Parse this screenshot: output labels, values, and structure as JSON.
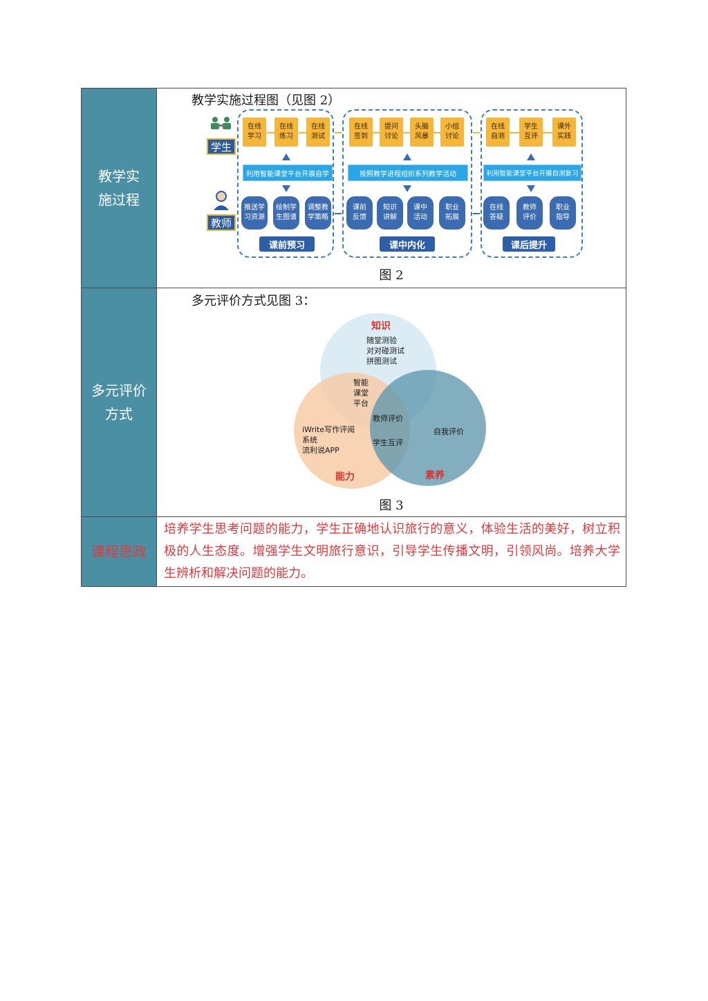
{
  "rows": [
    {
      "label": "教学实\n施过程",
      "caption": "教学实施过程图（见图 2）",
      "figure_label": "图 2"
    },
    {
      "label": "多元评价\n方式",
      "caption": "多元评价方式见图 3：",
      "figure_label": "图 3"
    },
    {
      "label": "课程思政",
      "text": "培养学生思考问题的能力，学生正确地认识旅行的意义，体验生活的美好，树立积极的人生态度。增强学生文明旅行意识，引导学生传播文明，引领风尚。培养大学生辨析和解决问题的能力。"
    }
  ],
  "flow": {
    "roles": {
      "student": "学生",
      "teacher": "教师"
    },
    "phases": [
      {
        "name": "课前预习",
        "student_steps": [
          "在线\n学习",
          "在线\n练习",
          "在线\n测试"
        ],
        "bar": "利用智能课堂平台开展自学",
        "teacher_steps": [
          "推送学\n习资源",
          "绘制学\n生图谱",
          "调整教\n学策略"
        ]
      },
      {
        "name": "课中内化",
        "student_steps": [
          "在线\n签到",
          "提问\n讨论",
          "头脑\n风暴",
          "小组\n讨论"
        ],
        "bar": "按照教学进程组织系列教学活动",
        "teacher_steps": [
          "课前\n反馈",
          "知识\n讲解",
          "课中\n活动",
          "职业\n拓展"
        ]
      },
      {
        "name": "课后提升",
        "student_steps": [
          "在线\n自测",
          "学生\n互评",
          "课外\n实践"
        ],
        "bar": "利用智能课堂平台开展自测复习",
        "teacher_steps": [
          "在线\n答疑",
          "教师\n评价",
          "职业\n指导"
        ]
      }
    ]
  },
  "venn": {
    "circles": [
      {
        "title": "知识",
        "items": "随堂测验\n对对碰测试\n拼图测试",
        "color": "#d9ebf3"
      },
      {
        "title": "能力",
        "items": "iWrite写作评阅\n系统\n流利说APP",
        "color": "#f6c9a3"
      },
      {
        "title": "素养",
        "items": "自我评价",
        "color": "#5f97ad"
      }
    ],
    "overlaps": {
      "knowledge_ability": "智能\n课堂\n平台",
      "all_top": "教师评价",
      "all_bottom": "学生互评"
    }
  }
}
